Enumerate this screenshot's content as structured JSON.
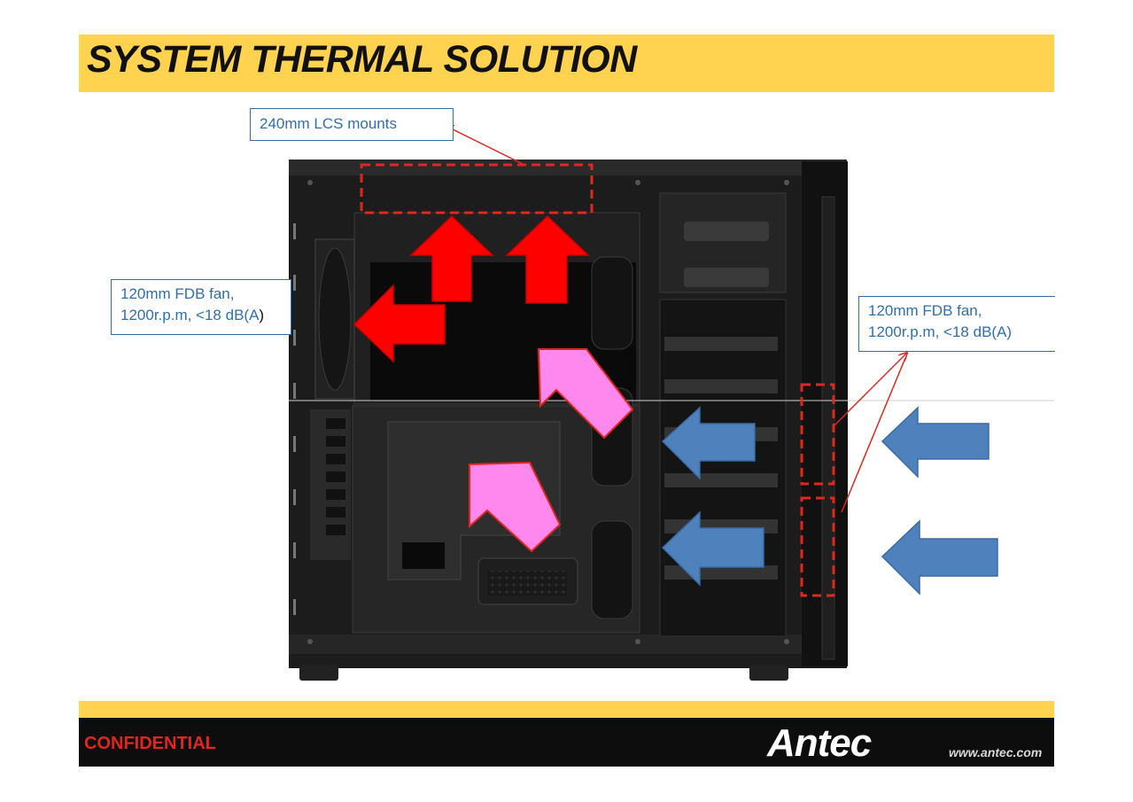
{
  "header": {
    "title": "SYSTEM THERMAL SOLUTION",
    "color": "#FFD24F"
  },
  "callouts": {
    "lcs": "240mm LCS mounts",
    "rear_fan": {
      "line1": "120mm FDB fan,",
      "line2": "1200r.p.m, <18 dB(A",
      "line2_end": ")"
    },
    "front_fan": {
      "line1": "120mm FDB fan,",
      "line2": "1200r.p.m, <18 dB(A)"
    }
  },
  "footer": {
    "confidential": "CONFIDENTIAL",
    "brand": "Antec",
    "website": "www.antec.com"
  },
  "colors": {
    "exhaust_arrow": "#FF0000",
    "internal_arrow": "#FF88EE",
    "intake_arrow": "#4F81BD",
    "callout_border": "#2F6FAD",
    "dashed_box": "#E0271F",
    "confidential": "#E0271F"
  }
}
